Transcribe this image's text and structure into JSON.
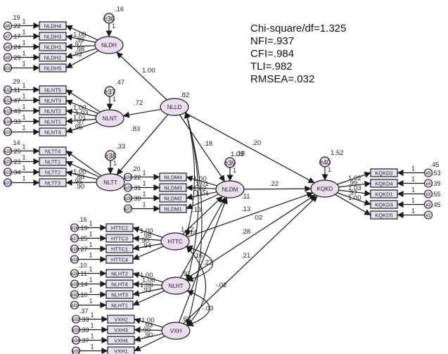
{
  "colors": {
    "node_fill": "#ecdcf0",
    "box_fill": "#e6e2f2",
    "stroke": "#1a1a1a",
    "text": "#222222",
    "background": "#ffffff"
  },
  "fit_statistics": [
    "Chi-square/df=1.325",
    "NFI=.937",
    "CFI=.984",
    "TLI=.982",
    "RMSEA=.032"
  ],
  "latent_variables": [
    {
      "id": "NLDH",
      "label": "NLDH",
      "disturbance": "e36",
      "disturbance_variance": ".16"
    },
    {
      "id": "NLNT",
      "label": "NLNT",
      "disturbance": "e37",
      "disturbance_variance": ".47"
    },
    {
      "id": "NLTT",
      "label": "NLTT",
      "disturbance": "e38",
      "disturbance_variance": ".33"
    },
    {
      "id": "NLLD",
      "label": "NLLD",
      "variance": ".82"
    },
    {
      "id": "NLDM",
      "label": "NLDM",
      "disturbance": "e39",
      "disturbance_variance": ".18"
    },
    {
      "id": "HTTC",
      "label": "HTTC",
      "variance": "1.42"
    },
    {
      "id": "NLHT",
      "label": "NLHT",
      "variance": ".91"
    },
    {
      "id": "VXH",
      "label": "VXH",
      "variance": ".68"
    },
    {
      "id": "KQKD",
      "label": "KQKD",
      "disturbance": "e40",
      "disturbance_variance": "1.52"
    }
  ],
  "measurement_blocks": [
    {
      "factor": "NLDH",
      "items": [
        {
          "indicator": "NLDH4",
          "error": "e6",
          "error_variance": ".22",
          "fixed": "1",
          "loading": "1.00"
        },
        {
          "indicator": "NLDH3",
          "error": "e7",
          "error_variance": ".17",
          "fixed": "1",
          "loading": ".96"
        },
        {
          "indicator": "NLDH1",
          "error": "e8",
          "error_variance": ".24",
          "fixed": "1",
          "loading": ".97"
        },
        {
          "indicator": "NLDH2",
          "error": "e9",
          "error_variance": ".29",
          "fixed": "1",
          "loading": ".98"
        },
        {
          "indicator": "NLDH5",
          "error": "e10",
          "error_variance": "",
          "fixed": "1",
          "loading": ".92"
        }
      ],
      "top_variance": ".19"
    },
    {
      "factor": "NLNT",
      "items": [
        {
          "indicator": "NLNT5",
          "error": "e11",
          "error_variance": ".11",
          "fixed": "1",
          "loading": "1.00"
        },
        {
          "indicator": "NLNT3",
          "error": "e12",
          "error_variance": ".47",
          "fixed": "1",
          "loading": "1.03"
        },
        {
          "indicator": "NLNT2",
          "error": "e13",
          "error_variance": ".43",
          "fixed": "1",
          "loading": "1.01"
        },
        {
          "indicator": "NLNT1",
          "error": "e14",
          "error_variance": ".33",
          "fixed": "1",
          "loading": ".97"
        },
        {
          "indicator": "NLNT4",
          "error": "e15",
          "error_variance": "",
          "fixed": "1",
          "loading": ".95"
        }
      ],
      "top_variance": ".29"
    },
    {
      "factor": "NLTT",
      "items": [
        {
          "indicator": "NLTT4",
          "error": "e20",
          "error_variance": ".25",
          "fixed": "1",
          "loading": "1.00"
        },
        {
          "indicator": "NLTT1",
          "error": "e21",
          "error_variance": ".23",
          "fixed": "1",
          "loading": ".88"
        },
        {
          "indicator": "NLTT2",
          "error": "e22",
          "error_variance": ".34",
          "fixed": "1",
          "loading": ".95"
        },
        {
          "indicator": "NLTT3",
          "error": "e23",
          "error_variance": "",
          "fixed": "1",
          "loading": ".90"
        }
      ],
      "top_variance": ".14"
    },
    {
      "factor": "NLDM",
      "items": [
        {
          "indicator": "NLDM4",
          "error": "e24",
          "error_variance": ".22",
          "fixed": "1",
          "loading": "1.00"
        },
        {
          "indicator": "NLDM3",
          "error": "e25",
          "error_variance": ".31",
          "fixed": "1",
          "loading": "1.01"
        },
        {
          "indicator": "NLDM2",
          "error": "e26",
          "error_variance": ".30",
          "fixed": "1",
          "loading": "1.02"
        },
        {
          "indicator": "NLDM1",
          "error": "e27",
          "error_variance": "",
          "fixed": "1",
          "loading": "1.04"
        }
      ],
      "top_variance": ".20"
    },
    {
      "factor": "HTTC",
      "items": [
        {
          "indicator": "HTTC2",
          "error": "e16",
          "error_variance": ".19",
          "fixed": "1",
          "loading": "1.00"
        },
        {
          "indicator": "HTTC3",
          "error": "e17",
          "error_variance": ".25",
          "fixed": "1",
          "loading": ".98"
        },
        {
          "indicator": "HTTC1",
          "error": "e18",
          "error_variance": ".27",
          "fixed": "1",
          "loading": ".90"
        },
        {
          "indicator": "HTTC4",
          "error": "e19",
          "error_variance": "",
          "fixed": "1",
          "loading": ".94"
        }
      ],
      "top_variance": ".16"
    },
    {
      "factor": "NLHT",
      "items": [
        {
          "indicator": "NLHT2",
          "error": "e28",
          "error_variance": ".11",
          "fixed": "1",
          "loading": "1.00"
        },
        {
          "indicator": "NLHT4",
          "error": "e29",
          "error_variance": ".14",
          "fixed": "1",
          "loading": "1.00"
        },
        {
          "indicator": "NLHT3",
          "error": "e30",
          "error_variance": ".10",
          "fixed": "1",
          "loading": "1.00"
        },
        {
          "indicator": "NLHT1",
          "error": "e31",
          "error_variance": "",
          "fixed": "1",
          "loading": ".93"
        }
      ],
      "top_variance": ".10"
    },
    {
      "factor": "VXH",
      "items": [
        {
          "indicator": "VXH2",
          "error": "e32",
          "error_variance": ".33",
          "fixed": "1",
          "loading": "1.00"
        },
        {
          "indicator": "VXH3",
          "error": "e33",
          "error_variance": ".33",
          "fixed": "1",
          "loading": ".93"
        },
        {
          "indicator": "VXH4",
          "error": "e34",
          "error_variance": ".37",
          "fixed": "1",
          "loading": ".90"
        },
        {
          "indicator": "VXH1",
          "error": "e35",
          "error_variance": "",
          "fixed": "1",
          "loading": ".90"
        }
      ],
      "top_variance": ".37"
    },
    {
      "factor": "KQKD",
      "items": [
        {
          "indicator": "KQKD2",
          "error": "e5",
          "error_variance": ".53",
          "fixed": "1",
          "loading": "1.02"
        },
        {
          "indicator": "KQKD4",
          "error": "e4",
          "error_variance": ".39",
          "fixed": "1",
          "loading": ".99"
        },
        {
          "indicator": "KQKD1",
          "error": "e3",
          "error_variance": ".55",
          "fixed": "1",
          "loading": "1.03"
        },
        {
          "indicator": "KQKD3",
          "error": "e2",
          "error_variance": ".45",
          "fixed": "1",
          "loading": ".97"
        },
        {
          "indicator": "KQKD5",
          "error": "e1",
          "error_variance": "",
          "fixed": "1",
          "loading": "1.00"
        }
      ],
      "top_variance": ".45"
    }
  ],
  "structural_paths": [
    {
      "from": "NLLD",
      "to": "NLDH",
      "estimate": "1.00"
    },
    {
      "from": "NLLD",
      "to": "NLNT",
      "estimate": ".72"
    },
    {
      "from": "NLLD",
      "to": "NLTT",
      "estimate": ".83"
    },
    {
      "from": "NLLD",
      "to": "NLDM",
      "estimate": ".18"
    },
    {
      "from": "NLLD",
      "to": "KQKD",
      "estimate": ".20"
    },
    {
      "from": "NLDM",
      "to": "KQKD",
      "estimate": ".22"
    },
    {
      "from": "HTTC",
      "to": "NLDM",
      "estimate": ".13"
    },
    {
      "from": "HTTC",
      "to": "KQKD",
      "estimate": ".14"
    },
    {
      "from": "NLHT",
      "to": "NLDM",
      "estimate": ".16"
    },
    {
      "from": "NLHT",
      "to": "KQKD",
      "estimate": ".02"
    },
    {
      "from": "VXH",
      "to": "NLDM",
      "estimate": ".22"
    },
    {
      "from": "VXH",
      "to": "KQKD",
      "estimate": ".28"
    }
  ],
  "covariances": [
    {
      "a": "NLLD",
      "b": "HTTC",
      "estimate": ".11"
    },
    {
      "a": "NLLD",
      "b": "NLHT",
      "estimate": "1.05"
    },
    {
      "a": "NLLD",
      "b": "VXH",
      "estimate": ".13"
    },
    {
      "a": "HTTC",
      "b": "VXH",
      "estimate": "-.02"
    },
    {
      "a": "NLHT",
      "b": "VXH",
      "estimate": "-.03"
    },
    {
      "a": "HTTC",
      "b": "NLHT",
      "estimate": ".21"
    }
  ]
}
